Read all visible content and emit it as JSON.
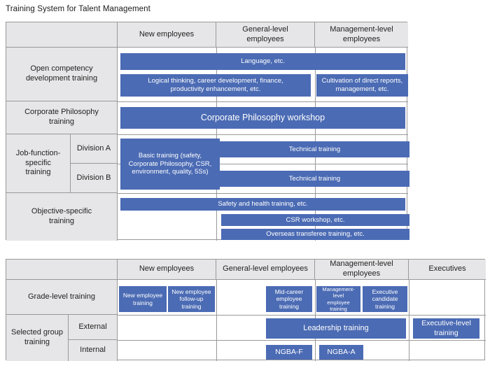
{
  "title": "Training System for Talent Management",
  "colors": {
    "bar_blue": "#4b6bb4",
    "cell_gray": "#e6e6e8",
    "grid_gray": "#999999",
    "bar_text": "#ffffff"
  },
  "upper_table": {
    "col_headers": {
      "new_employees": "New employees",
      "general_level": "General-level\nemployees",
      "management_level": "Management-level\nemployees"
    },
    "row_labels": {
      "open_competency": "Open competency\ndevelopment training",
      "corporate_philosophy": "Corporate Philosophy\ntraining",
      "job_function": "Job-function-\nspecific\ntraining",
      "division_a": "Division A",
      "division_b": "Division B",
      "objective_specific": "Objective-specific\ntraining"
    },
    "bars": {
      "language": "Language, etc.",
      "logical_thinking": "Logical thinking, career development, finance,\nproductivity enhancement, etc.",
      "cultivation": "Cultivation of direct reports,\nmanagement, etc.",
      "corporate_workshop": "Corporate Philosophy workshop",
      "basic_training": "Basic training (safety,\nCorporate Philosophy, CSR,\nenvironment, quality, 5Ss)",
      "technical_a": "Technical training",
      "technical_b": "Technical training",
      "safety_health": "Safety and health training, etc.",
      "csr_workshop": "CSR workshop, etc.",
      "overseas": "Overseas transferee training, etc."
    }
  },
  "lower_table": {
    "col_headers": {
      "new_employees": "New employees",
      "general_level": "General-level employees",
      "management_level": "Management-level\nemployees",
      "executives": "Executives"
    },
    "row_labels": {
      "grade_level": "Grade-level training",
      "selected_group": "Selected group\ntraining",
      "external": "External",
      "internal": "Internal"
    },
    "bars": {
      "new_employee": "New employee\ntraining",
      "new_employee_followup": "New employee\nfollow-up training",
      "mid_career": "Mid-career\nemployee\ntraining",
      "management_level": "Management-level\nemployee\ntraining",
      "executive_candidate": "Executive\ncandidate\ntraining",
      "leadership": "Leadership training",
      "executive_level": "Executive-level\ntraining",
      "ngba_f": "NGBA-F",
      "ngba_a": "NGBA-A"
    }
  }
}
